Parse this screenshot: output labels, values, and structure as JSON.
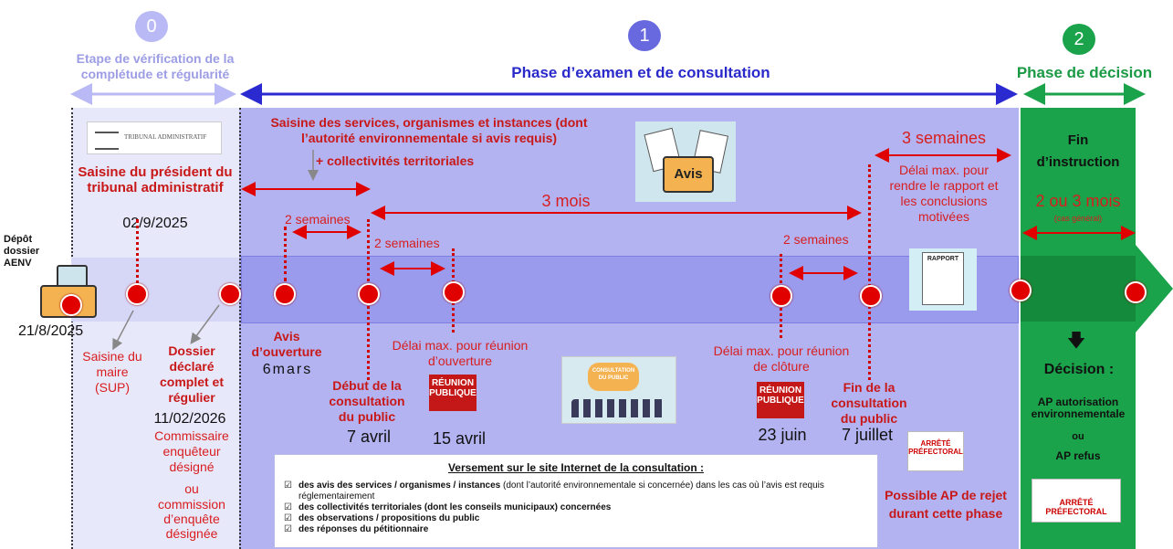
{
  "header": {
    "phase0_num": "0",
    "phase1_num": "1",
    "phase2_num": "2",
    "phase0_label": "Etape de vérification de la complétude et régularité",
    "phase1_label": "Phase d’examen et de consultation",
    "phase2_label": "Phase de décision"
  },
  "colors": {
    "phase0": "#b9b9f5",
    "phase1": "#6969df",
    "phase2": "#1aa34a",
    "band": "#a8a8f0",
    "red": "#e00000"
  },
  "left": {
    "depot": "Dépôt dossier AENV",
    "depot_date": "21/8/2025",
    "tribunal_card": "TRIBUNAL ADMINISTRATIF",
    "saisine_president": "Saisine du président du tribunal administratif",
    "saisine_date": "02/9/2025",
    "saisine_maire": "Saisine du maire (SUP)",
    "dossier_complet": "Dossier déclaré complet et régulier",
    "complet_date": "11/02/2026",
    "commissaire": "Commissaire enquêteur désigné",
    "ou": "ou",
    "commission": "commission d’enquête désignée"
  },
  "middle": {
    "saisine_services": "Saisine des services, organismes et instances (dont l’autorité environnementale si avis requis)",
    "collectivites": "+ collectivités territoriales",
    "avis_card": "Avis",
    "trois_mois": "3 mois",
    "deux_semaines_1": "2 semaines",
    "deux_semaines_2": "2 semaines",
    "deux_semaines_3": "2 semaines",
    "avis_ouverture": "Avis d’ouverture",
    "avis_date": "6mars",
    "debut_consultation": "Début de la consultation du public",
    "debut_date": "7 avril",
    "delai_ouverture": "Délai max. pour réunion d’ouverture",
    "reunion_label": "RÉUNION PUBLIQUE",
    "date_15_avril": "15 avril",
    "consultation_card": "CONSULTATION DU PUBLIC",
    "delai_cloture": "Délai max. pour réunion de clôture",
    "date_23_juin": "23 juin",
    "fin_consultation": "Fin de la consultation du public",
    "fin_date": "7 juillet",
    "trois_semaines": "3 semaines",
    "delai_rapport": "Délai max. pour rendre le rapport et les conclusions motivées",
    "rapport_card": "RAPPORT",
    "arrete_label": "ARRÊTÉ PRÉFECTORAL",
    "possible_rejet": "Possible AP de rejet durant cette phase"
  },
  "versement": {
    "title": "Versement sur le site Internet de la consultation :",
    "items": [
      {
        "bold": "des avis des services / organismes / instances",
        "rest": " (dont l’autorité environnementale si concernée) dans les cas où l’avis est requis réglementairement"
      },
      {
        "bold": "des collectivités territoriales (dont les conseils municipaux) concernées",
        "rest": ""
      },
      {
        "bold": "des observations / propositions du public",
        "rest": ""
      },
      {
        "bold": "des réponses du pétitionnaire",
        "rest": ""
      }
    ]
  },
  "right": {
    "fin_instruction": "Fin d’instruction",
    "deux_trois_mois": "2 ou 3 mois",
    "cas_general": "(cas général)",
    "decision": "Décision :",
    "ap_autorisation": "AP autorisation environnementale",
    "ou": "ou",
    "ap_refus": "AP refus",
    "arrete_label": "ARRÊTÉ PRÉFECTORAL"
  }
}
